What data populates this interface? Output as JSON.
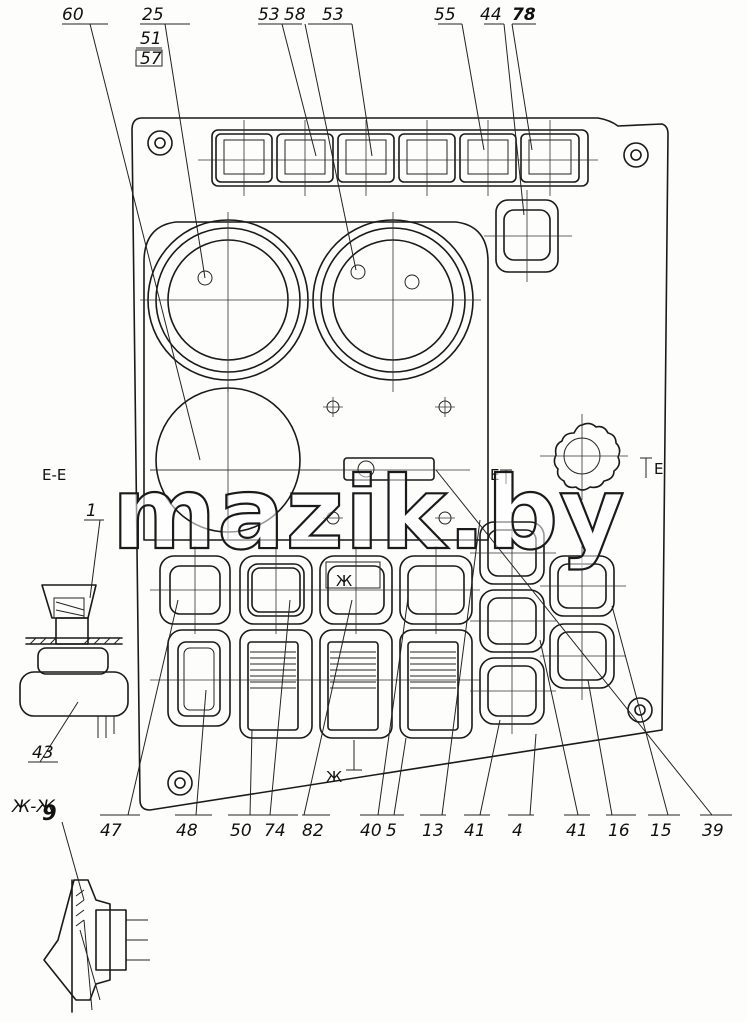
{
  "watermark": "mazik.by",
  "section_labels": {
    "ee_left": "Е-Е",
    "e_right_top": "Е",
    "e_right_bottom": "Е",
    "zh_top": "Ж",
    "zh_bottom": "Ж",
    "zhzh": "Ж-Ж"
  },
  "labels_top": [
    "60",
    "25",
    "51",
    "57",
    "53",
    "58",
    "53",
    "55",
    "44",
    "78"
  ],
  "labels_bottom": [
    "47",
    "48",
    "50",
    "74",
    "82",
    "40",
    "5",
    "13",
    "41",
    "4",
    "41",
    "16",
    "15",
    "39"
  ],
  "labels_side": [
    "1",
    "43",
    "9"
  ]
}
